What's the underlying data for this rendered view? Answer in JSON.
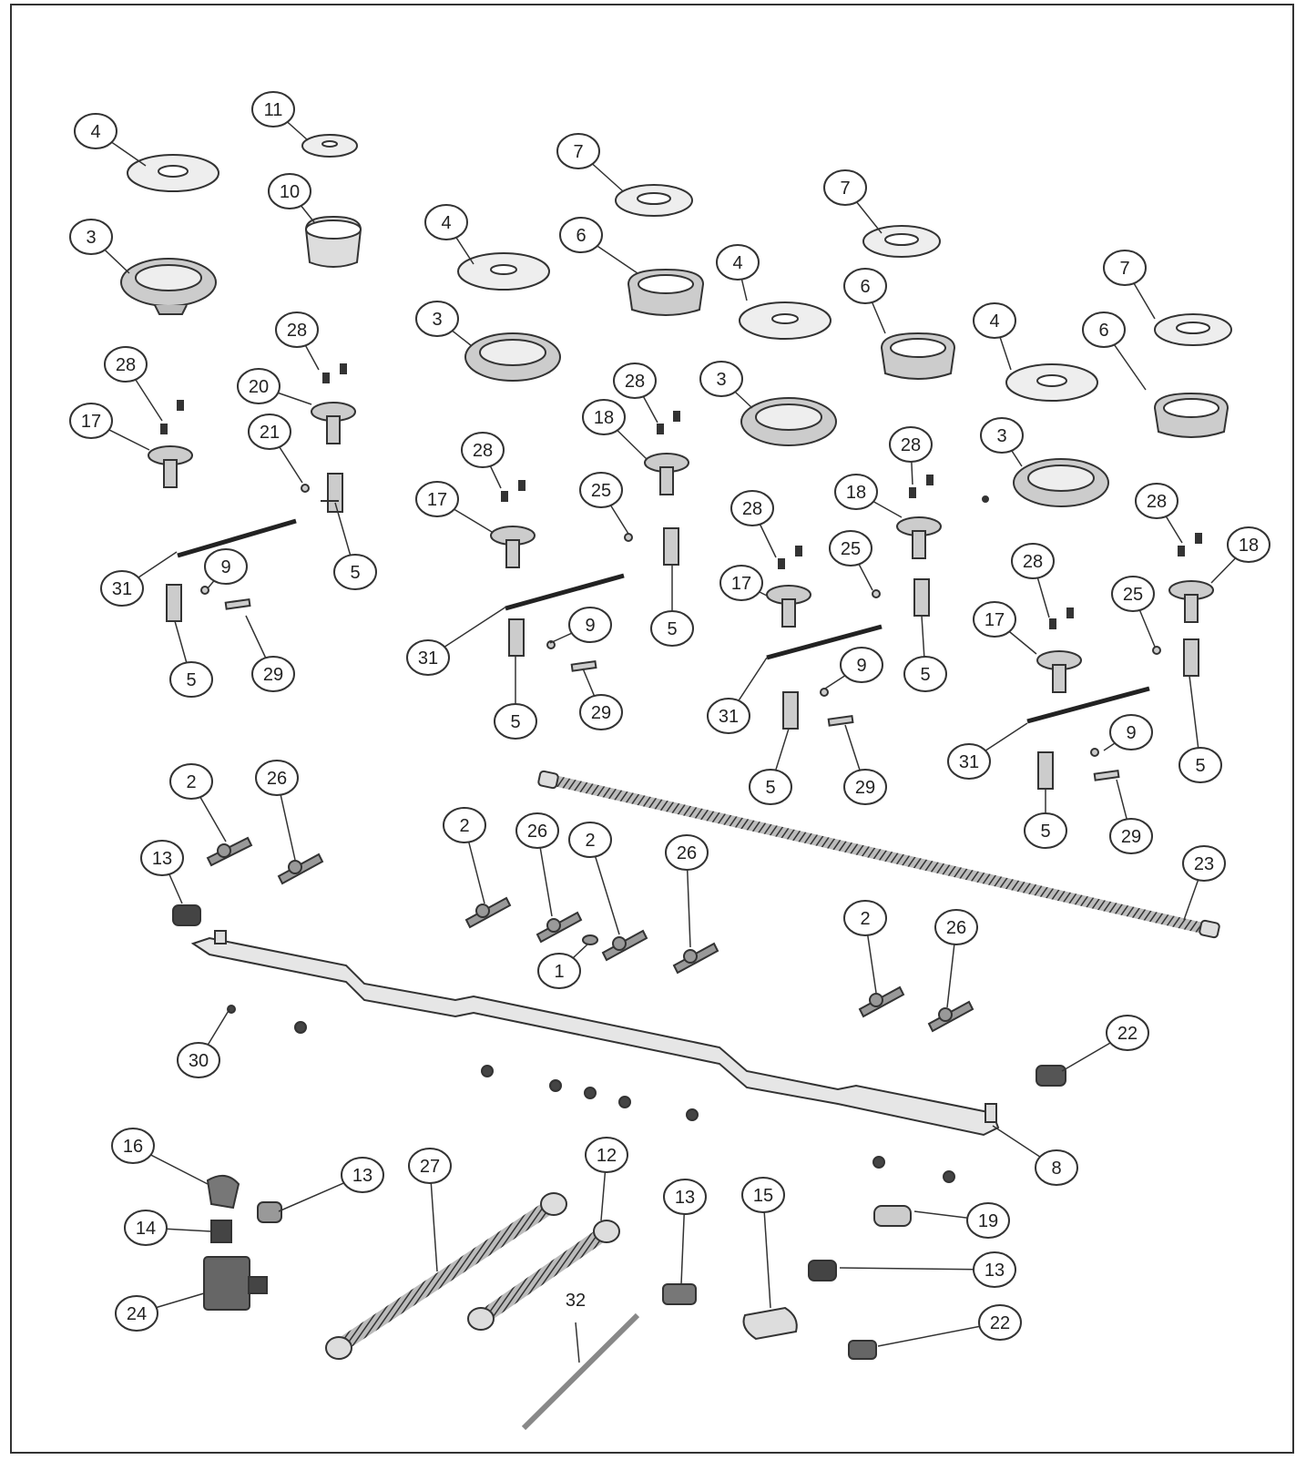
{
  "diagram": {
    "line_color": "#333333",
    "part_fill": "#d9d9d9",
    "part_dark": "#555555",
    "callouts": [
      {
        "label": "4"
      },
      {
        "label": "11"
      },
      {
        "label": "10"
      },
      {
        "label": "3"
      },
      {
        "label": "7"
      },
      {
        "label": "4"
      },
      {
        "label": "6"
      },
      {
        "label": "3"
      },
      {
        "label": "7"
      },
      {
        "label": "4"
      },
      {
        "label": "6"
      },
      {
        "label": "3"
      },
      {
        "label": "7"
      },
      {
        "label": "4"
      },
      {
        "label": "6"
      },
      {
        "label": "3"
      },
      {
        "label": "28"
      },
      {
        "label": "28"
      },
      {
        "label": "17"
      },
      {
        "label": "20"
      },
      {
        "label": "21"
      },
      {
        "label": "31"
      },
      {
        "label": "9"
      },
      {
        "label": "5"
      },
      {
        "label": "5"
      },
      {
        "label": "29"
      },
      {
        "label": "28"
      },
      {
        "label": "28"
      },
      {
        "label": "17"
      },
      {
        "label": "18"
      },
      {
        "label": "25"
      },
      {
        "label": "31"
      },
      {
        "label": "9"
      },
      {
        "label": "5"
      },
      {
        "label": "5"
      },
      {
        "label": "29"
      },
      {
        "label": "28"
      },
      {
        "label": "28"
      },
      {
        "label": "17"
      },
      {
        "label": "18"
      },
      {
        "label": "25"
      },
      {
        "label": "31"
      },
      {
        "label": "9"
      },
      {
        "label": "5"
      },
      {
        "label": "5"
      },
      {
        "label": "29"
      },
      {
        "label": "28"
      },
      {
        "label": "28"
      },
      {
        "label": "17"
      },
      {
        "label": "18"
      },
      {
        "label": "25"
      },
      {
        "label": "31"
      },
      {
        "label": "9"
      },
      {
        "label": "5"
      },
      {
        "label": "5"
      },
      {
        "label": "29"
      },
      {
        "label": "2"
      },
      {
        "label": "26"
      },
      {
        "label": "13"
      },
      {
        "label": "2"
      },
      {
        "label": "26"
      },
      {
        "label": "2"
      },
      {
        "label": "26"
      },
      {
        "label": "1"
      },
      {
        "label": "2"
      },
      {
        "label": "26"
      },
      {
        "label": "23"
      },
      {
        "label": "30"
      },
      {
        "label": "22"
      },
      {
        "label": "8"
      },
      {
        "label": "16"
      },
      {
        "label": "13"
      },
      {
        "label": "14"
      },
      {
        "label": "24"
      },
      {
        "label": "27"
      },
      {
        "label": "12"
      },
      {
        "label": "13"
      },
      {
        "label": "15"
      },
      {
        "label": "19"
      },
      {
        "label": "13"
      },
      {
        "label": "22"
      },
      {
        "label": "32"
      }
    ]
  }
}
